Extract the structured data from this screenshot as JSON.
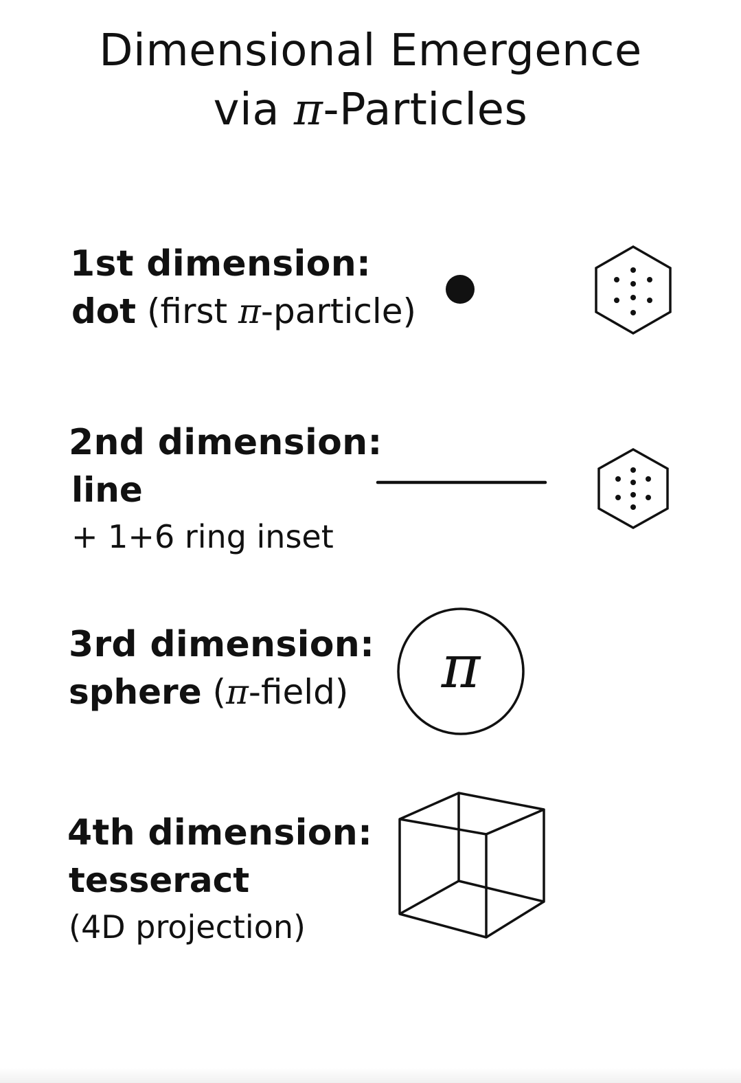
{
  "title": {
    "line1": "Dimensional Emergence",
    "line2_prefix": "via ",
    "line2_pi": "π",
    "line2_suffix": "-Particles"
  },
  "rows": [
    {
      "heading": "1st dimension:",
      "name": "dot",
      "detail_open": " (first ",
      "detail_pi": "π",
      "detail_close": "-particle)",
      "figure": "dot-icon",
      "inset": "hexagon-dots-icon"
    },
    {
      "heading": "2nd dimension:",
      "name": "line",
      "note": "+ 1+6 ring inset",
      "figure": "line-icon",
      "inset": "hexagon-dots-icon"
    },
    {
      "heading": "3rd dimension:",
      "name": "sphere",
      "detail_open": " (",
      "detail_pi": "π",
      "detail_close": "-field)",
      "figure": "sphere-icon",
      "figure_symbol": "π"
    },
    {
      "heading": "4th dimension:",
      "name": "tesseract",
      "note": "(4D projection)",
      "figure": "tesseract-cube-icon"
    }
  ],
  "colors": {
    "ink": "#111111",
    "background": "#ffffff"
  }
}
